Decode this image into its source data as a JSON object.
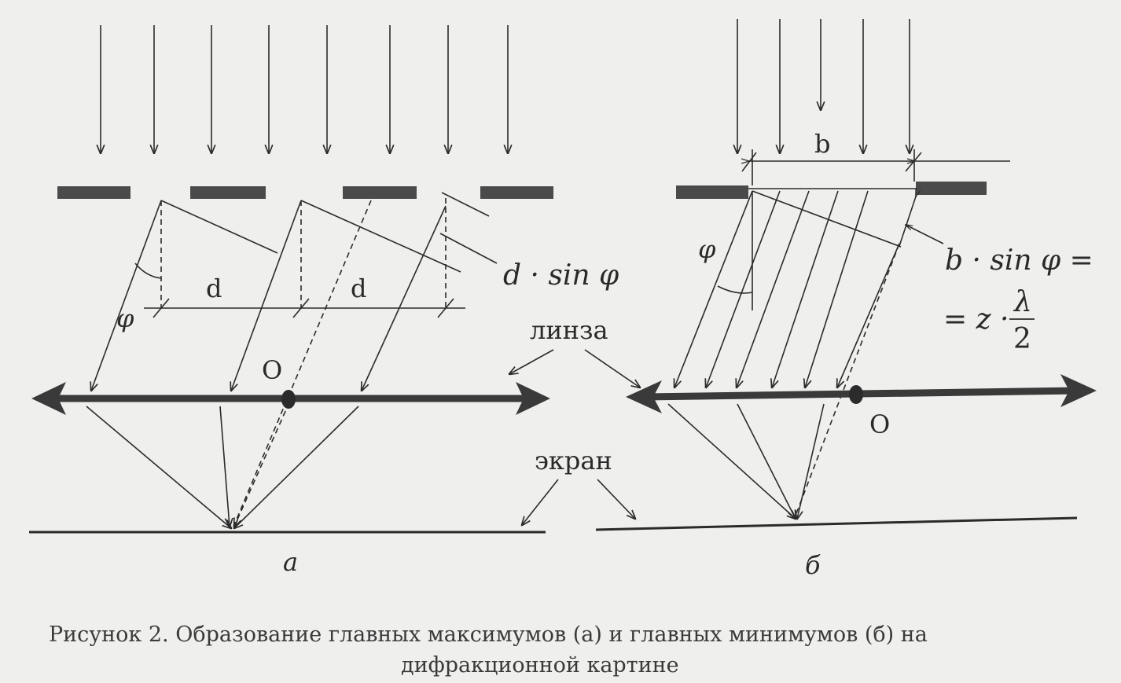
{
  "panel_a": {
    "label_d1": "d",
    "label_d2": "d",
    "label_phi": "φ",
    "label_dsin": "d · sin φ",
    "label_O": "O",
    "panel_letter": "а"
  },
  "panel_b": {
    "label_b": "b",
    "label_phi": "φ",
    "label_bsin": "b · sin φ =",
    "label_eq": "= z ·",
    "label_lambda": "λ",
    "label_two": "2",
    "label_O": "O",
    "panel_letter": "б"
  },
  "labels": {
    "lens": "линза",
    "screen": "экран"
  },
  "caption": {
    "line1": "Рисунок 2. Образование главных максимумов (а) и главных минимумов (б) на",
    "line2": "дифракционной картине"
  },
  "colors": {
    "background": "#efefed",
    "ink": "#2b2b2b",
    "slit": "#4a4a4a"
  }
}
